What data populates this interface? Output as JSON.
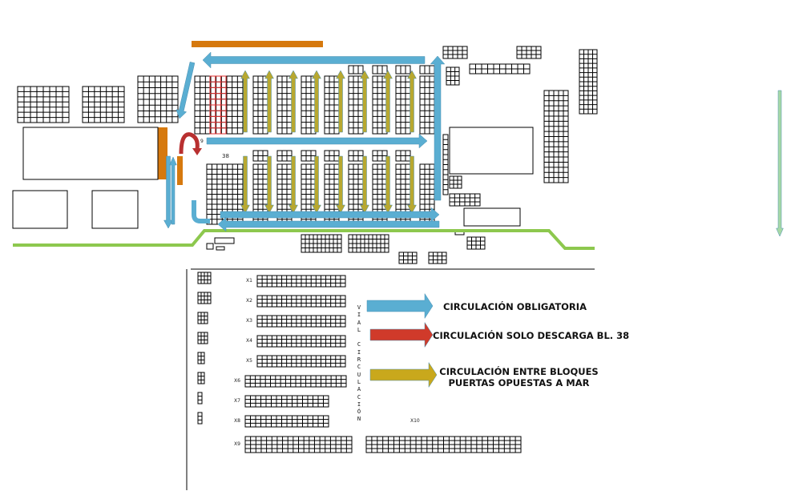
{
  "labels": {
    "block_38": "38",
    "small_9": "9",
    "vial": "VIAL CIRCULACIÓN",
    "rows": [
      "X1",
      "X2",
      "X3",
      "X4",
      "X5",
      "X6",
      "X7",
      "X8",
      "X9",
      "X10"
    ]
  },
  "legend": [
    {
      "label": "CIRCULACIÓN OBLIGATORIA",
      "color": "#5aaed2"
    },
    {
      "label": "CIRCULACIÓN SOLO DESCARGA BL. 38",
      "color": "#d03a2a"
    },
    {
      "label_line1": "CIRCULACIÓN ENTRE BLOQUES",
      "label_line2": "PUERTAS OPUESTAS A MAR",
      "color": "#c9a81c"
    }
  ],
  "colors": {
    "mandatory": "#5aaed2",
    "unload_only": "#d03a2a",
    "between_blocks": "#b8a830",
    "boundary": "#8dc84e",
    "barrier": "#d6790e",
    "highlight_block": "#e03030"
  }
}
